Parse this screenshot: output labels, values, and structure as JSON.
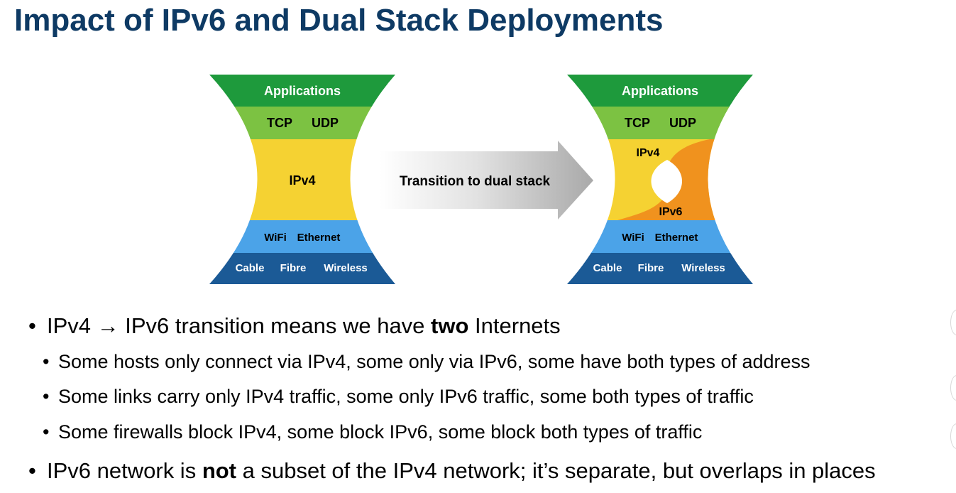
{
  "slide": {
    "title": "Impact of IPv6 and Dual Stack Deployments"
  },
  "diagram": {
    "left_stack": {
      "applications": "Applications",
      "tcp": "TCP",
      "udp": "UDP",
      "ipv4": "IPv4",
      "wifi": "WiFi",
      "ethernet": "Ethernet",
      "cable": "Cable",
      "fibre": "Fibre",
      "wireless": "Wireless"
    },
    "arrow_label": "Transition to dual stack",
    "right_stack": {
      "applications": "Applications",
      "tcp": "TCP",
      "udp": "UDP",
      "ipv4": "IPv4",
      "ipv6": "IPv6",
      "wifi": "WiFi",
      "ethernet": "Ethernet",
      "cable": "Cable",
      "fibre": "Fibre",
      "wireless": "Wireless"
    },
    "colors": {
      "applications": "#1e9a3c",
      "transport": "#7cc242",
      "ipv4": "#f5d232",
      "ipv6": "#f0921e",
      "link": "#4ba3e8",
      "physical": "#1b5a96",
      "title": "#0e3a64"
    }
  },
  "bullets": {
    "b1_pre": "IPv4 → IPv6 transition means we have ",
    "b1_bold": "two",
    "b1_post": " Internets",
    "b2": "Some hosts only connect via IPv4, some only via IPv6, some have both types of address",
    "b3": "Some links carry only IPv4 traffic, some only IPv6 traffic, some both types of traffic",
    "b4": "Some firewalls block IPv4, some block IPv6, some block both types of traffic",
    "b5_pre": "IPv6 network is ",
    "b5_bold": "not",
    "b5_post": " a subset of the IPv4 network; it’s separate, but overlaps in places"
  }
}
